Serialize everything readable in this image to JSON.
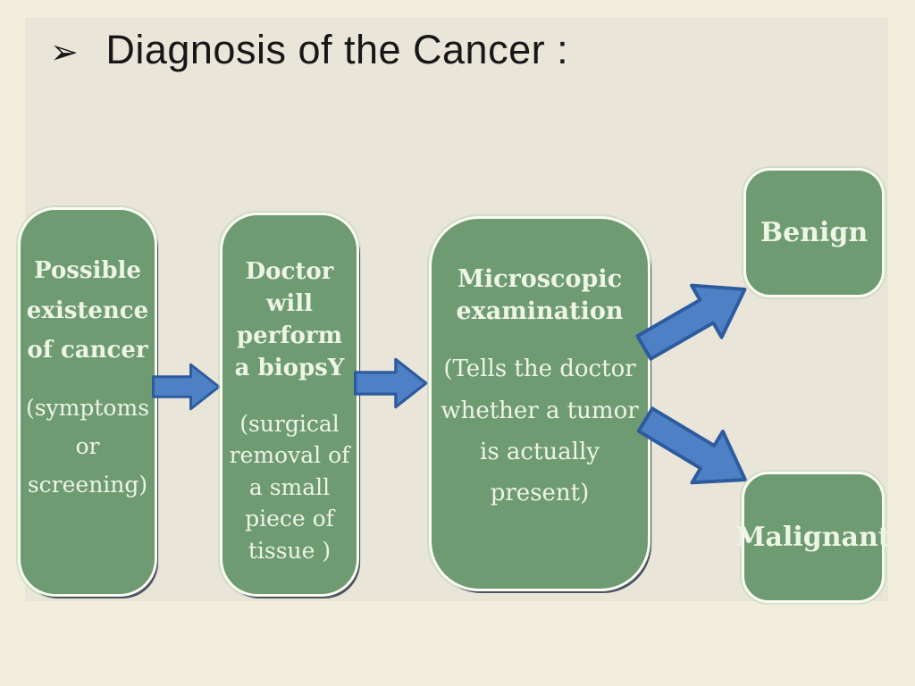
{
  "title": {
    "bullet": "➢",
    "text": "Diagnosis of the Cancer :"
  },
  "colors": {
    "background_outer": "#f1eedd",
    "background_inner": "#e9e5d9",
    "box_green": "#6f9b72",
    "box_border_white": "#fcfbf1",
    "box_text": "#edf5e5",
    "arrow_fill": "#4d80c4",
    "arrow_outline": "#2e5b9e",
    "title_text": "#171717"
  },
  "flow": {
    "steps": [
      {
        "heading": "Possible existence of cancer",
        "detail": "(symptoms or screening)"
      },
      {
        "heading": "Doctor will perform a biopsY",
        "detail": "(surgical removal of a small piece of tissue )"
      },
      {
        "heading": "Microscopic examination",
        "detail": "(Tells the doctor whether a tumor is actually present)"
      }
    ],
    "outcomes": [
      {
        "label": "Benign"
      },
      {
        "label": "Malignant"
      }
    ]
  }
}
